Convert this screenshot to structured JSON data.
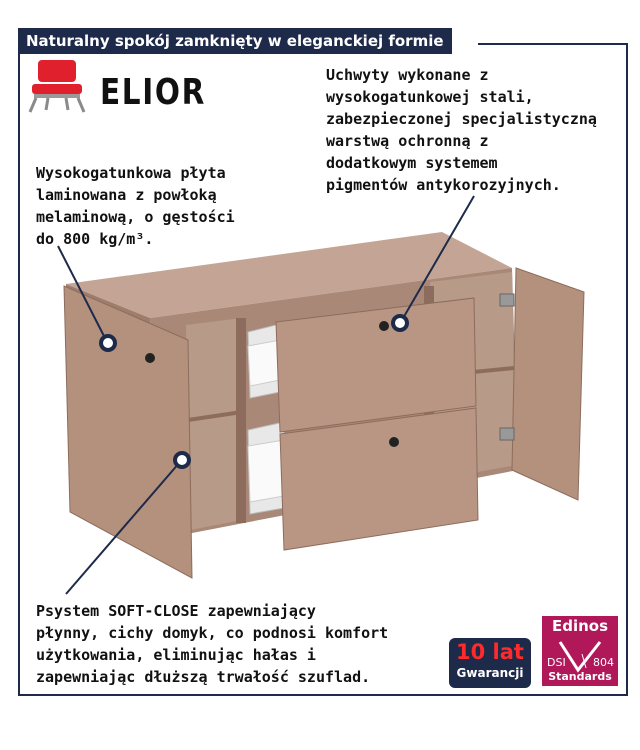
{
  "banner": {
    "title": "Naturalny spokój zamknięty w eleganckiej formie"
  },
  "brand": {
    "name": "ELIOR"
  },
  "features": {
    "stal": [
      "Uchwyty wykonane z",
      "wysokogatunkowej stali,",
      "zabezpieczonej specjalistyczną",
      "warstwą ochronną z",
      "dodatkowym systemem",
      "pigmentów antykorozyjnych."
    ],
    "plyta": [
      "Wysokogatunkowa płyta",
      "laminowana z powłoką",
      "melaminową, o gęstości",
      "do 800 kg/m³."
    ],
    "soft": {
      "line1_prefix": "Psystem ",
      "line1_strong": "SOFT-CLOSE",
      "line1_suffix": " zapewniający",
      "line2": "płynny, cichy domyk, co podnosi komfort",
      "line3": "użytkowania, eliminując hałas i",
      "line4": "zapewniając dłuższą trwałość szuflad."
    }
  },
  "badges": {
    "warranty": {
      "big": "10 lat",
      "small": "Gwarancji"
    },
    "edinos": {
      "name": "Edinos",
      "dsi": "DSI",
      "num": "804",
      "std": "Standards"
    }
  },
  "colors": {
    "navy": "#1e2a4a",
    "cabinet": "#b3917d",
    "chair_red": "#e0202c",
    "edinos": "#b0185a"
  }
}
